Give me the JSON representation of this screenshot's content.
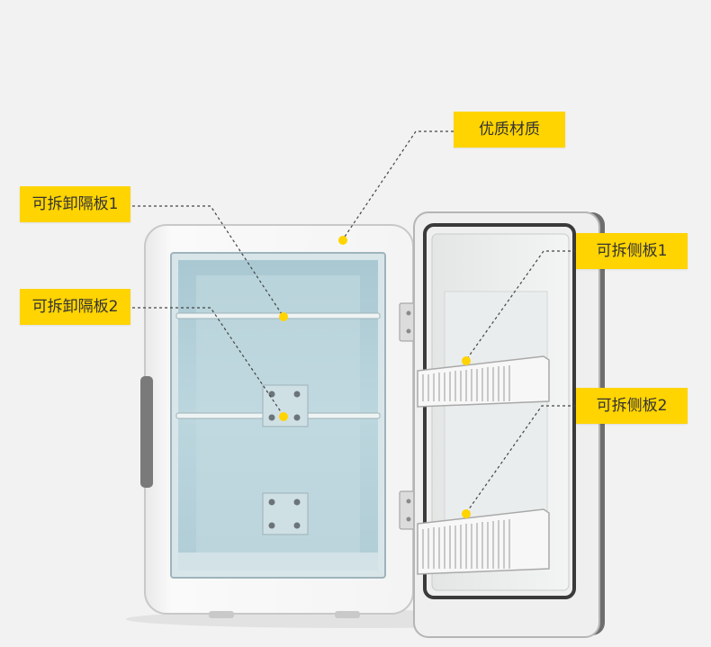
{
  "labels": {
    "quality": "优质材质",
    "shelf_1": "可拆卸隔板1",
    "shelf_2": "可拆卸隔板2",
    "side_1": "可拆侧板1",
    "side_2": "可拆侧板2"
  },
  "colors": {
    "label_bg": "#ffd400",
    "marker_dot": "#ffd400",
    "interior": "#b6d2da",
    "body": "#f5f5f5",
    "background": "#f2f2f2"
  }
}
